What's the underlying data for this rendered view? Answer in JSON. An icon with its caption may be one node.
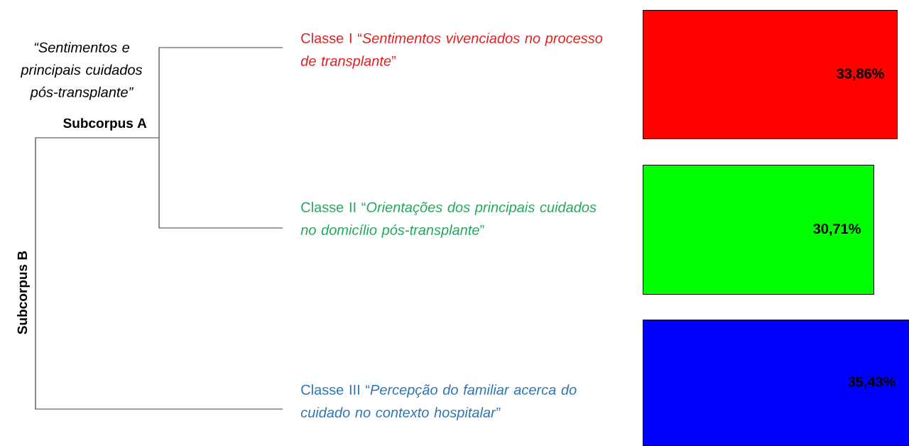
{
  "diagram": {
    "nodes": [
      {
        "text": [
          "Classe I “*Sentimentos vivenciados no processo de transplante*”"
        ]
      },
      {
        "text": [
          "Classe II “*Orientações dos principais cuidados no domicílio pós-transplante*”"
        ]
      },
      {
        "text": [
          "Classe III “*Percepção do familiar acerca do cuidado no contexto hospitalar*”"
        ]
      },
      {
        "text": [
          "33,86%"
        ]
      },
      {
        "text": [
          "30,71%"
        ]
      },
      {
        "text": [
          "35,43%"
        ]
      }
    ],
    "labels": [
      "“Sentimentos e principais cuidados pós-transplante”",
      "Subcorpus A",
      "Subcorpus B"
    ]
  }
}
